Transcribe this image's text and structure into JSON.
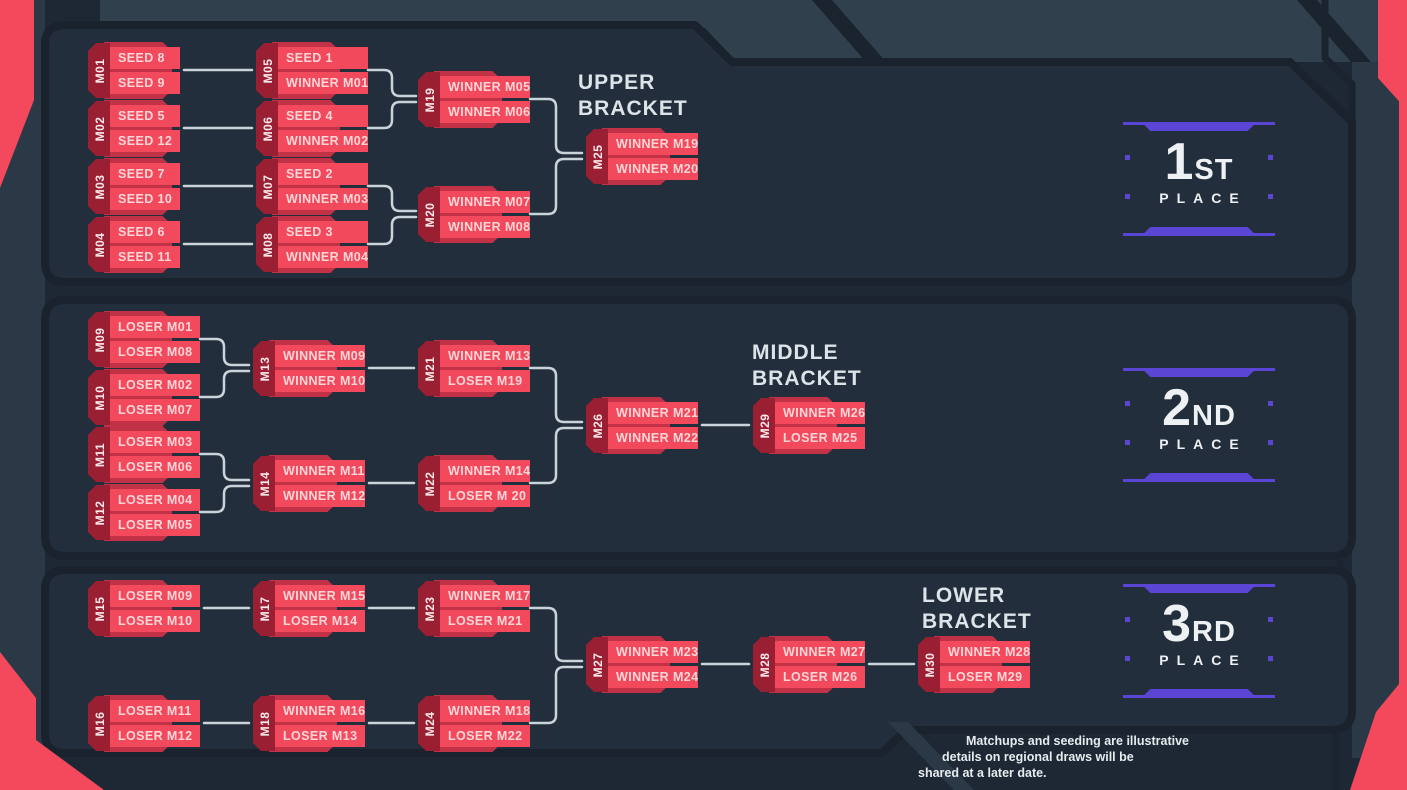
{
  "matches": {
    "M01": {
      "id": "M01",
      "top": "SEED 8",
      "bottom": "SEED 9"
    },
    "M02": {
      "id": "M02",
      "top": "SEED 5",
      "bottom": "SEED 12"
    },
    "M03": {
      "id": "M03",
      "top": "SEED 7",
      "bottom": "SEED 10"
    },
    "M04": {
      "id": "M04",
      "top": "SEED 6",
      "bottom": "SEED 11"
    },
    "M05": {
      "id": "M05",
      "top": "SEED 1",
      "bottom": "WINNER M01"
    },
    "M06": {
      "id": "M06",
      "top": "SEED 4",
      "bottom": "WINNER M02"
    },
    "M07": {
      "id": "M07",
      "top": "SEED 2",
      "bottom": "WINNER M03"
    },
    "M08": {
      "id": "M08",
      "top": "SEED 3",
      "bottom": "WINNER M04"
    },
    "M19": {
      "id": "M19",
      "top": "WINNER M05",
      "bottom": "WINNER M06"
    },
    "M20": {
      "id": "M20",
      "top": "WINNER M07",
      "bottom": "WINNER M08"
    },
    "M25": {
      "id": "M25",
      "top": "WINNER M19",
      "bottom": "WINNER M20"
    },
    "M09": {
      "id": "M09",
      "top": "LOSER M01",
      "bottom": "LOSER M08"
    },
    "M10": {
      "id": "M10",
      "top": "LOSER M02",
      "bottom": "LOSER M07"
    },
    "M11": {
      "id": "M11",
      "top": "LOSER M03",
      "bottom": "LOSER M06"
    },
    "M12": {
      "id": "M12",
      "top": "LOSER M04",
      "bottom": "LOSER M05"
    },
    "M13": {
      "id": "M13",
      "top": "WINNER M09",
      "bottom": "WINNER M10"
    },
    "M14": {
      "id": "M14",
      "top": "WINNER M11",
      "bottom": "WINNER M12"
    },
    "M21": {
      "id": "M21",
      "top": "WINNER M13",
      "bottom": "LOSER M19"
    },
    "M22": {
      "id": "M22",
      "top": "WINNER M14",
      "bottom": "LOSER M 20"
    },
    "M26": {
      "id": "M26",
      "top": "WINNER M21",
      "bottom": "WINNER M22"
    },
    "M29": {
      "id": "M29",
      "top": "WINNER M26",
      "bottom": "LOSER M25"
    },
    "M15": {
      "id": "M15",
      "top": "LOSER M09",
      "bottom": "LOSER M10"
    },
    "M16": {
      "id": "M16",
      "top": "LOSER M11",
      "bottom": "LOSER M12"
    },
    "M17": {
      "id": "M17",
      "top": "WINNER M15",
      "bottom": "LOSER M14"
    },
    "M18": {
      "id": "M18",
      "top": "WINNER M16",
      "bottom": "LOSER M13"
    },
    "M23": {
      "id": "M23",
      "top": "WINNER M17",
      "bottom": "LOSER M21"
    },
    "M24": {
      "id": "M24",
      "top": "WINNER M18",
      "bottom": "LOSER M22"
    },
    "M27": {
      "id": "M27",
      "top": "WINNER M23",
      "bottom": "WINNER M24"
    },
    "M28": {
      "id": "M28",
      "top": "WINNER M27",
      "bottom": "LOSER M26"
    },
    "M30": {
      "id": "M30",
      "top": "WINNER M28",
      "bottom": "LOSER M29"
    }
  },
  "headings": {
    "upper": "UPPER BRACKET",
    "middle": "MIDDLE BRACKET",
    "lower": "LOWER BRACKET"
  },
  "places": {
    "first": {
      "number": "1",
      "suffix": "ST",
      "label": "PLACE"
    },
    "second": {
      "number": "2",
      "suffix": "ND",
      "label": "PLACE"
    },
    "third": {
      "number": "3",
      "suffix": "RD",
      "label": "PLACE"
    }
  },
  "footnote": {
    "line1": "Matchups and seeding are illustrative",
    "line2": "details on regional draws will be",
    "line3": "shared at a later date."
  },
  "colors": {
    "card_red": "#f2495c",
    "tab_maroon": "#9a1f33",
    "plate_red": "#c13247",
    "accent_purple": "#5b45d4",
    "panel": "#222e3b",
    "panel_outline": "#19222d",
    "background_light": "#2b3946",
    "connector": "#c9d3da"
  }
}
